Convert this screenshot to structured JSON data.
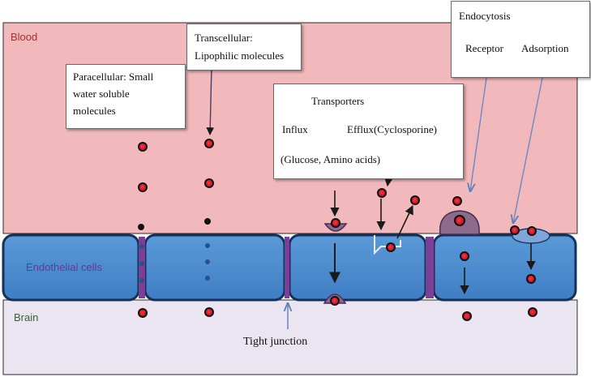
{
  "regions": {
    "blood": "Blood",
    "endothelial": "Endothelial cells",
    "brain": "Brain"
  },
  "routes": {
    "paracellular": {
      "line1": "Paracellular: Small",
      "line2": "water soluble",
      "line3": "molecules"
    },
    "transcellular": {
      "line1": "Transcellular:",
      "line2": "Lipophilic molecules"
    },
    "transporters": {
      "title": "Transporters",
      "influx": "Influx",
      "efflux": "Efflux(Cyclosporine)",
      "examples": "(Glucose, Amino acids)"
    },
    "endocytosis": {
      "title": "Endocytosis",
      "receptor": "Receptor",
      "adsorption": "Adsorption"
    }
  },
  "tight_junction": "Tight junction",
  "colors": {
    "blood": "#f2b9bc",
    "cell": "#4f8fd0",
    "cell_border": "#15305a",
    "brain": "#ebe5f1",
    "junction": "#7b3f98",
    "molecule": "#d8182b",
    "receptor": "#8c6b8c",
    "endothelial_text": "#6a3593",
    "brain_text": "#2e6b2a",
    "blood_text": "#b02a2a"
  },
  "icons": [
    "molecule-dot",
    "arrow",
    "transporter-cup",
    "receptor-vesicle"
  ]
}
